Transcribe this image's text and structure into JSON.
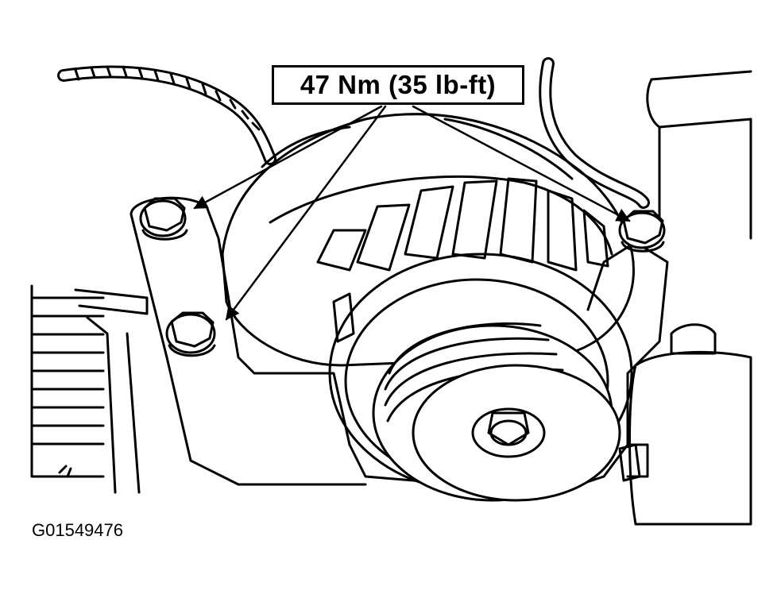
{
  "callout": {
    "torque_label": "47 Nm (35 lb-ft)"
  },
  "figure": {
    "id_label": "G01549476"
  },
  "colors": {
    "line": "#000000",
    "background": "#ffffff"
  },
  "illustration": {
    "subject": "alternator mounting",
    "bolt_count": 3,
    "parts": [
      "alternator",
      "pulley",
      "mounting-bracket",
      "mounting-bolt",
      "wiring-harness",
      "hose"
    ]
  }
}
